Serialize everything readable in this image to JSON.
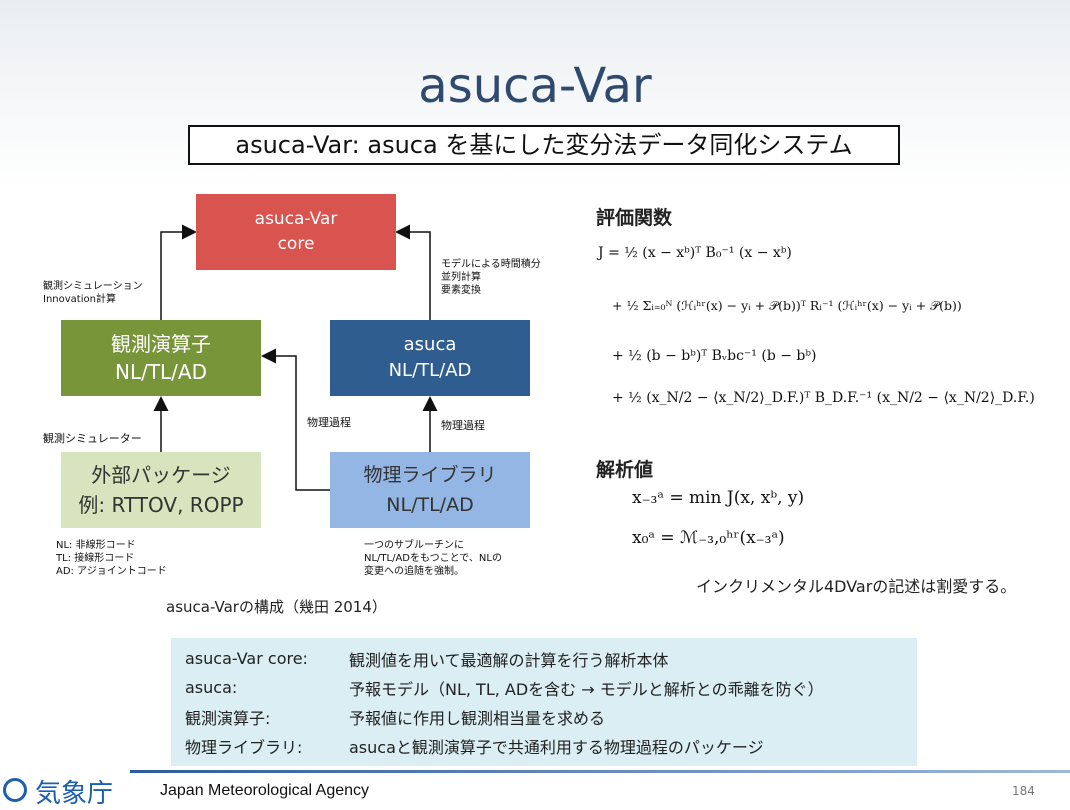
{
  "title": "asuca-Var",
  "subtitle": "asuca-Var: asuca を基にした変分法データ同化システム",
  "diagram": {
    "core": [
      "asuca-Var",
      "core"
    ],
    "obs_operator": [
      "観測演算子",
      "NL/TL/AD"
    ],
    "asuca": [
      "asuca",
      "NL/TL/AD"
    ],
    "external": [
      "外部パッケージ",
      "例: RTTOV, ROPP"
    ],
    "physics": [
      "物理ライブラリ",
      "NL/TL/AD"
    ],
    "label_obs_to_core": "観測シミュレーション\nInnovation計算",
    "label_asuca_to_core": "モデルによる時間積分\n並列計算\n要素変換",
    "label_ext_to_obs": "観測シミュレーター",
    "label_phys_to_obs": "物理過程",
    "label_phys_to_asuca": "物理過程",
    "note_left": "NL: 非線形コード\nTL: 接線形コード\nAD: アジョイントコード",
    "note_right": "一つのサブルーチンに\nNL/TL/ADをもつことで、NLの\n変更への追随を強制。",
    "caption": "asuca-Varの構成（幾田 2014）"
  },
  "cost_function": {
    "heading": "評価関数",
    "lines": [
      "J = ½ (x − xᵇ)ᵀ B₀⁻¹ (x − xᵇ)",
      "+ ½ Σᵢ₌₀ᴺ (ℋᵢʰʳ(x) − yᵢ + 𝒫(b))ᵀ Rᵢ⁻¹ (ℋᵢʰʳ(x) − yᵢ + 𝒫(b))",
      "+ ½ (b − bᵇ)ᵀ Bᵥbc⁻¹ (b − bᵇ)",
      "+ ½ (x_N/2 − ⟨x_N/2⟩_D.F.)ᵀ B_D.F.⁻¹ (x_N/2 − ⟨x_N/2⟩_D.F.)"
    ]
  },
  "analysis": {
    "heading": "解析値",
    "lines": [
      "x₋₃ᵃ = min J(x, xᵇ, y)",
      "x₀ᵃ = ℳ₋₃,₀ʰʳ(x₋₃ᵃ)"
    ],
    "note": "インクリメンタル4DVarの記述は割愛する。"
  },
  "legend": [
    {
      "key": "asuca-Var core:",
      "value": "観測値を用いて最適解の計算を行う解析本体"
    },
    {
      "key": "asuca:",
      "value": "予報モデル（NL, TL, ADを含む → モデルと解析との乖離を防ぐ）"
    },
    {
      "key": "観測演算子:",
      "value": "予報値に作用し観測相当量を求める"
    },
    {
      "key": "物理ライブラリ:",
      "value": "asucaと観測演算子で共通利用する物理過程のパッケージ"
    }
  ],
  "footer": {
    "logo_text": "気象庁",
    "agency": "Japan Meteorological Agency",
    "page_number": "184"
  },
  "colors": {
    "core": "#d9534f",
    "obs_operator": "#78953a",
    "asuca": "#2f5d8f",
    "external": "#d7e4bd",
    "physics": "#93b6e4",
    "legend_bg": "#daeef3"
  }
}
